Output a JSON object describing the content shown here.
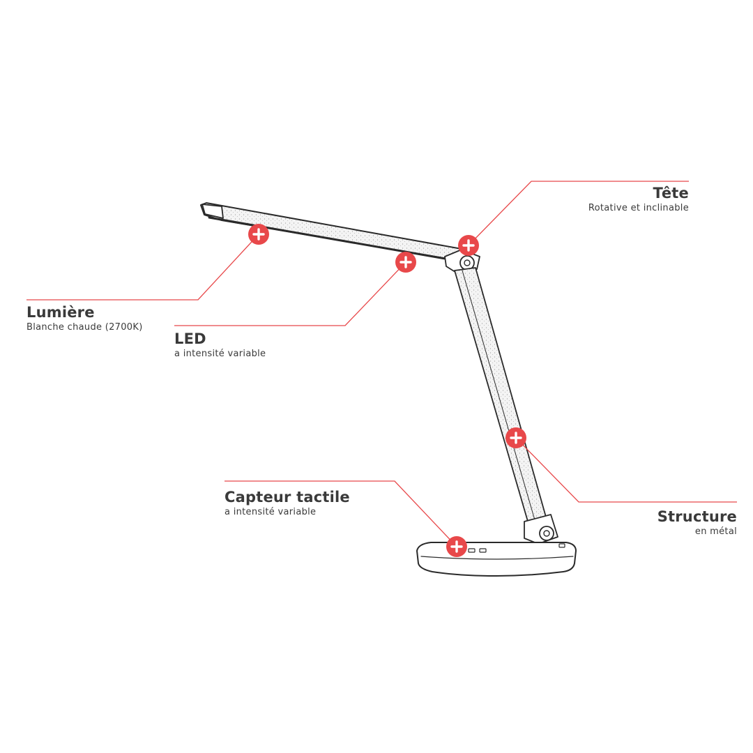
{
  "colors": {
    "accent": "#e8484a",
    "leader_line": "#e8484a",
    "text": "#3a3a3a",
    "sketch": "#2a2a2a"
  },
  "illustration": {
    "subject": "desk-lamp-sketch",
    "hotspot_icon": "plus-icon"
  },
  "callouts": {
    "lumiere": {
      "title": "Lumière",
      "subtitle": "Blanche chaude (2700K)"
    },
    "led": {
      "title": "LED",
      "subtitle": "a intensité variable"
    },
    "tete": {
      "title": "Tête",
      "subtitle": "Rotative et inclinable"
    },
    "structure": {
      "title": "Structure",
      "subtitle": "en métal"
    },
    "capteur": {
      "title": "Capteur tactile",
      "subtitle": "a intensité variable"
    }
  }
}
